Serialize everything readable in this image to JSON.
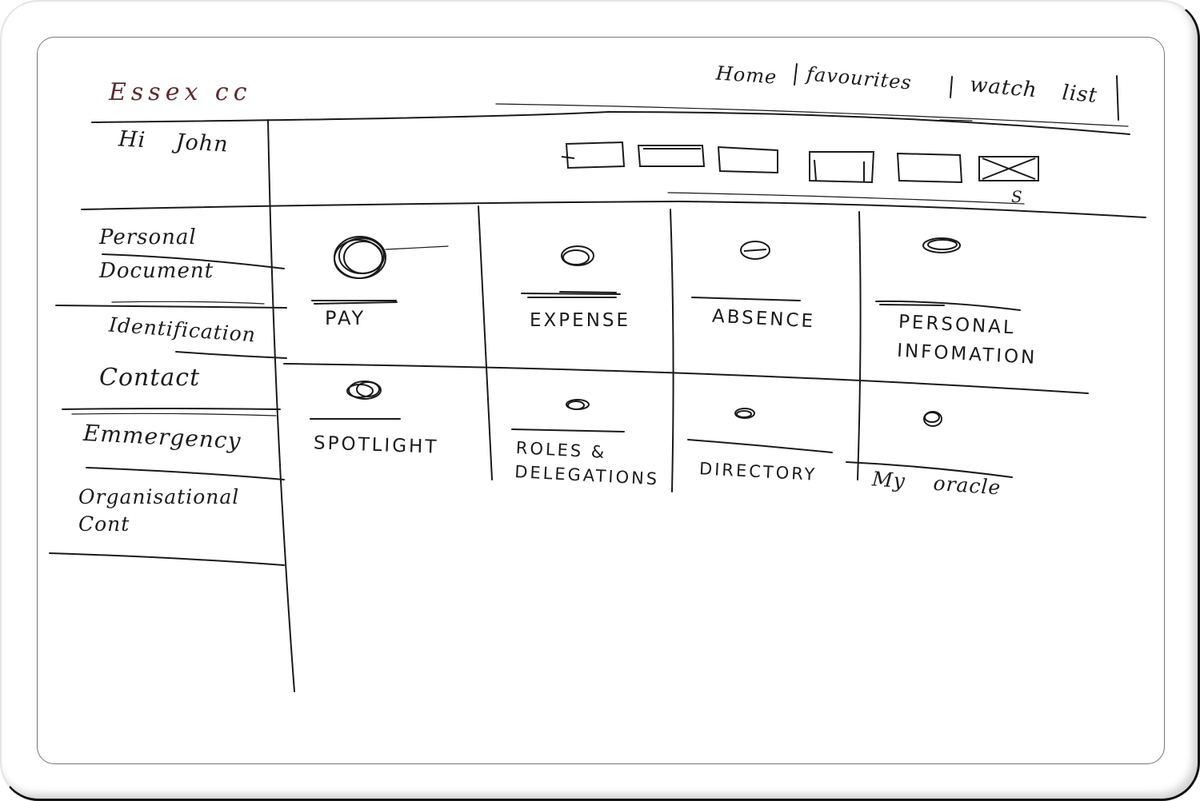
{
  "app": {
    "title": "Essex cc"
  },
  "colors": {
    "brand": "#5a2a2e",
    "ink": "#1c1c1c"
  },
  "top_nav": {
    "home": "Home",
    "favourites": "favourites",
    "watch_list": "watch list"
  },
  "greeting": "Hi John",
  "toolbar": {
    "icons": [
      "box-icon",
      "box-icon",
      "box-icon",
      "box-icon",
      "box-icon",
      "close-box-icon"
    ],
    "under_mark": "S"
  },
  "sidebar": {
    "items": [
      {
        "label": "Personal Document"
      },
      {
        "label": "Identification"
      },
      {
        "label": "Contact"
      },
      {
        "label": "Emmergency"
      },
      {
        "label": "Organisational Cont"
      }
    ]
  },
  "tiles": [
    {
      "label": "PAY",
      "icon": "pay-icon"
    },
    {
      "label": "EXPENSE",
      "icon": "expense-icon"
    },
    {
      "label": "ABSENCE",
      "icon": "absence-icon"
    },
    {
      "label": "PERSONAL INFOMATION",
      "icon": "personal-info-icon"
    },
    {
      "label": "SPOTLIGHT",
      "icon": "spotlight-icon"
    },
    {
      "label": "ROLES & DELEGATIONS",
      "icon": "roles-icon"
    },
    {
      "label": "DIRECTORY",
      "icon": "directory-icon"
    },
    {
      "label": "My oracle",
      "icon": "my-oracle-icon"
    }
  ]
}
